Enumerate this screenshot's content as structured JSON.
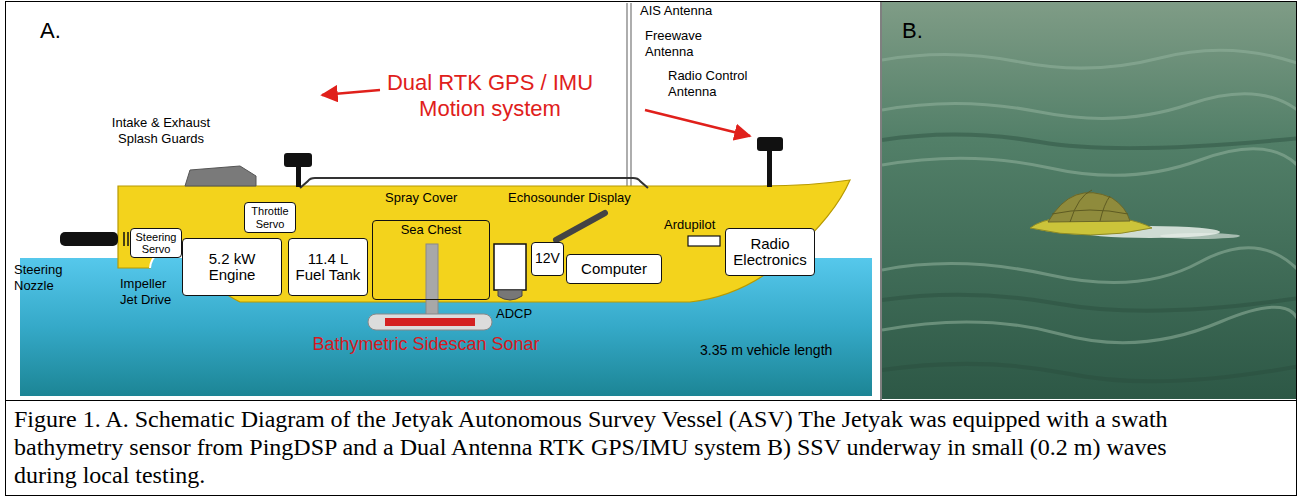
{
  "diagram": {
    "caption": "Figure 1. A. Schematic Diagram of the Jetyak Autonomous Survey Vessel (ASV) The Jetyak was equipped with a swath bathymetry sensor from PingDSP and a Dual Antenna RTK GPS/IMU system B) SSV underway in small (0.2 m) waves during local testing.",
    "nodes": [
      {
        "text": [
          "Steering Servo"
        ]
      },
      {
        "text": [
          "Throttle Servo"
        ]
      },
      {
        "text": [
          "5.2 kW Engine"
        ]
      },
      {
        "text": [
          "11.4 L Fuel Tank"
        ]
      },
      {
        "text": [
          "Sea Chest"
        ]
      },
      {
        "text": [
          "12V"
        ]
      },
      {
        "text": [
          "Computer"
        ]
      },
      {
        "text": [
          "Radio Electronics"
        ]
      }
    ],
    "labels": [
      "A.",
      "AIS Antenna",
      "Freewave Antenna",
      "Radio Control Antenna",
      "Intake & Exhaust Splash Guards",
      "Dual RTK GPS / IMU Motion system",
      "Spray Cover",
      "Echosounder Display",
      "Ardupilot",
      "Steering Nozzle",
      "Impeller Jet Drive",
      "ADCP",
      "Bathymetric Sidescan Sonar",
      "3.35 m vehicle length",
      "B."
    ]
  }
}
